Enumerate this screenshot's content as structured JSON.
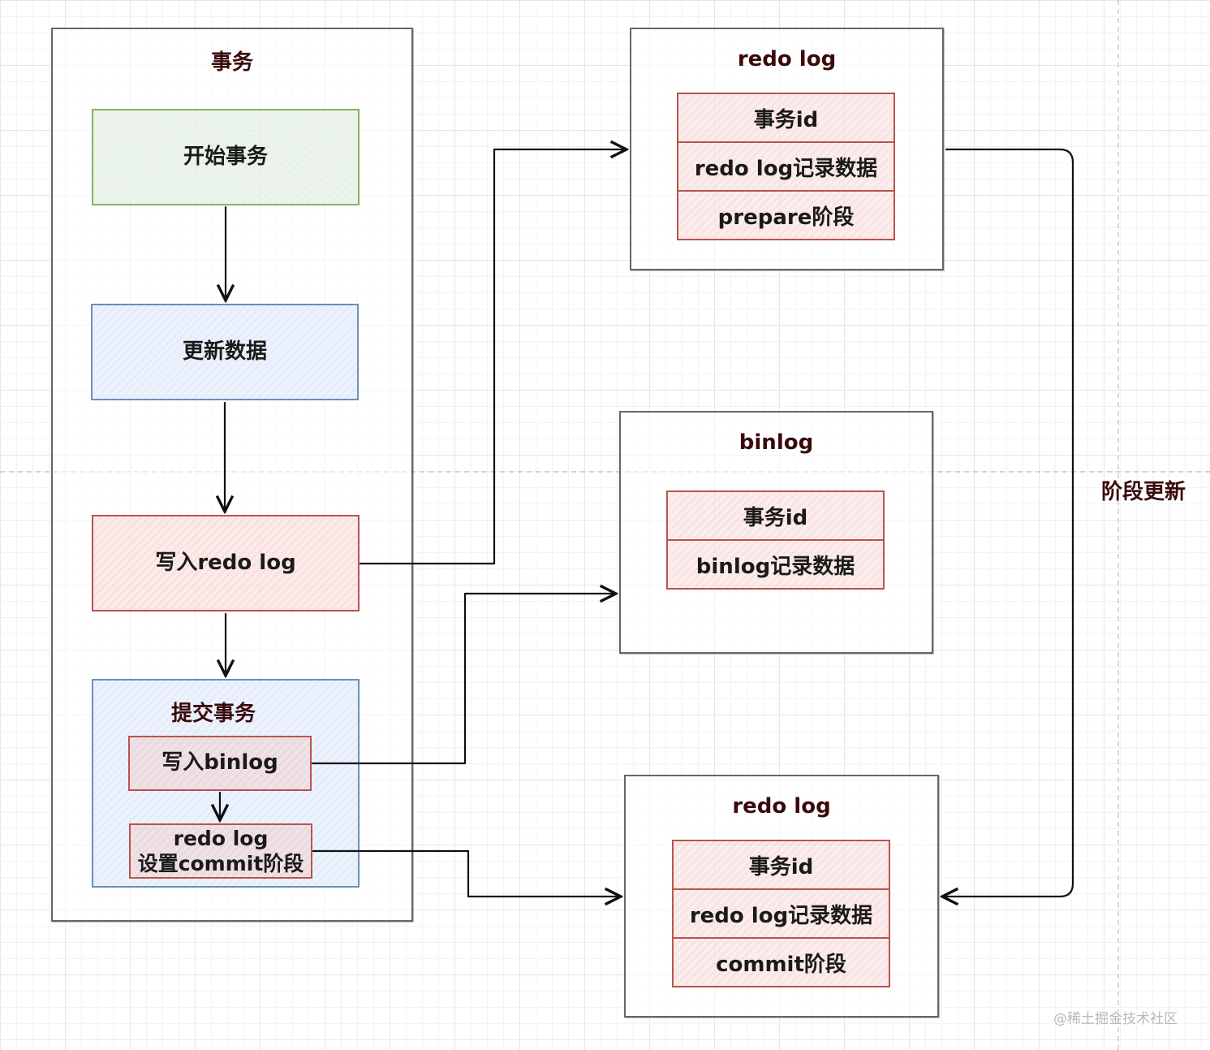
{
  "transaction": {
    "title": "事务",
    "start": "开始事务",
    "update": "更新数据",
    "write_redo": "写入redo log",
    "commit": {
      "title": "提交事务",
      "write_binlog": "写入binlog",
      "redo_line1": "redo log",
      "redo_line2": "设置commit阶段"
    }
  },
  "redo_prepare": {
    "title": "redo log",
    "rows": [
      "事务id",
      "redo log记录数据",
      "prepare阶段"
    ]
  },
  "binlog": {
    "title": "binlog",
    "rows": [
      "事务id",
      "binlog记录数据"
    ]
  },
  "redo_commit": {
    "title": "redo log",
    "rows": [
      "事务id",
      "redo log记录数据",
      "commit阶段"
    ]
  },
  "phase_update_label": "阶段更新",
  "watermark": "@稀土掘金技术社区",
  "colors": {
    "green_stroke": "#82b366",
    "blue_stroke": "#6c8ebf",
    "red_stroke": "#b85450",
    "frame_stroke": "#666666",
    "title_text": "#3a0a0a"
  }
}
